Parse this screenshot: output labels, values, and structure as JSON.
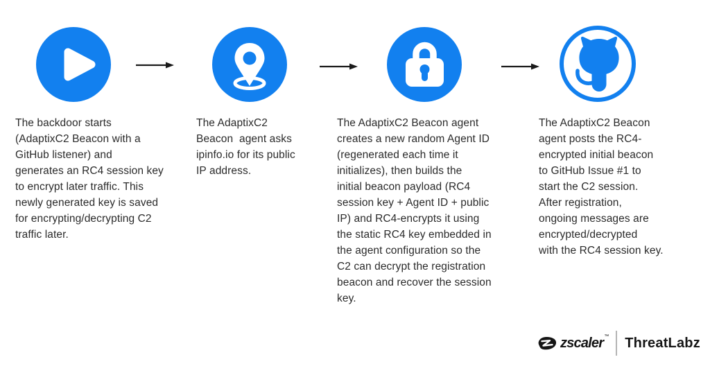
{
  "page": {
    "background_color": "#ffffff",
    "accent_blue": "#1280EF",
    "arrow_color": "#1a1a1a",
    "text_color": "#2a2a2a"
  },
  "steps": [
    {
      "icon": "play-icon",
      "description": "The backdoor starts\n(AdaptixC2 Beacon with a\nGitHub listener) and\ngenerates an RC4 session key\nto encrypt later traffic. This\nnewly generated key is saved\nfor encrypting/decrypting C2\ntraffic later."
    },
    {
      "icon": "location-pin-icon",
      "description": "The AdaptixC2\nBeacon  agent asks\nipinfo.io for its public\nIP address."
    },
    {
      "icon": "lock-icon",
      "description": "The AdaptixC2 Beacon agent\ncreates a new random Agent ID\n(regenerated each time it\ninitializes), then builds the\ninitial beacon payload (RC4\nsession key + Agent ID + public\nIP) and RC4-encrypts it using\nthe static RC4 key embedded in\nthe agent configuration so the\nC2 can decrypt the registration\nbeacon and recover the session\nkey."
    },
    {
      "icon": "github-icon",
      "description": "The AdaptixC2 Beacon\nagent posts the RC4-\nencrypted initial beacon\nto GitHub Issue #1 to\nstart the C2 session.\nAfter registration,\nongoing messages are\nencrypted/decrypted\nwith the RC4 session key."
    }
  ],
  "brand": {
    "zscaler_label": "zscaler",
    "trademark": "™",
    "threatlabz_label": "ThreatLabz"
  }
}
